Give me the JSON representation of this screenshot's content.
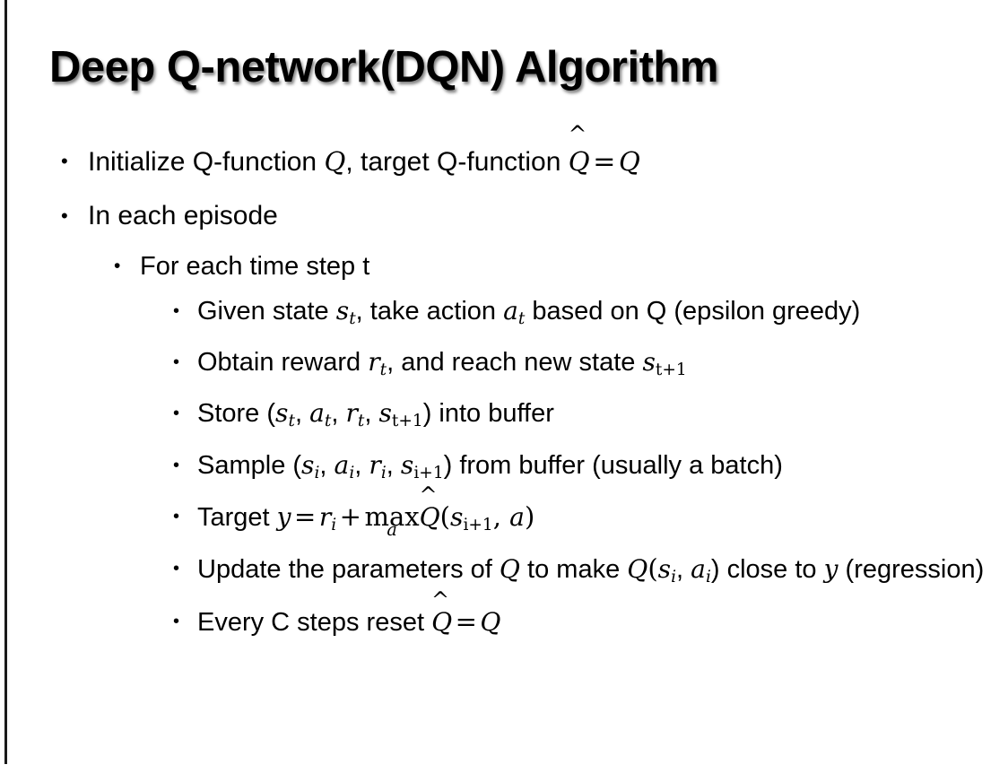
{
  "slide": {
    "title": "Deep Q-network(DQN) Algorithm",
    "background_color": "#ffffff",
    "text_color": "#000000",
    "edge_rule_color": "#1a1a1a"
  },
  "bullets": {
    "b1": {
      "marker": "•",
      "text_plain": "Initialize Q-function Q, target Q-function Q̂ = Q"
    },
    "b2": {
      "marker": "•",
      "text_plain": "In each episode"
    },
    "b3": {
      "marker": "•",
      "text_plain": "For each time step t"
    },
    "b4": {
      "marker": "•",
      "text_plain": "Given state s_t, take action a_t based on Q (epsilon greedy)"
    },
    "b5": {
      "marker": "•",
      "text_plain": "Obtain reward r_t, and reach new state s_{t+1}"
    },
    "b6": {
      "marker": "•",
      "text_plain": "Store (s_t, a_t, r_t, s_{t+1}) into buffer"
    },
    "b7": {
      "marker": "•",
      "text_plain": "Sample (s_i, a_i, r_i, s_{i+1}) from buffer (usually a batch)"
    },
    "b8": {
      "marker": "•",
      "text_plain": "Target y = r_i + max_a Q̂(s_{i+1}, a)"
    },
    "b9": {
      "marker": "•",
      "text_plain": "Update the parameters of Q to make Q(s_i, a_i) close to y (regression)"
    },
    "b10": {
      "marker": "•",
      "text_plain": "Every C steps reset Q̂ = Q"
    }
  },
  "fragments": {
    "initialize": "Initialize Q-function ",
    "comma_target": ", target Q-function ",
    "in_each_episode": "In each episode",
    "for_each_time_step": "For each time step t",
    "given_state": "Given state ",
    "comma_take_action": ", take action ",
    "based_on_q": " based on Q (epsilon greedy)",
    "obtain_reward": "Obtain reward ",
    "and_reach_new_state": ", and reach new state ",
    "store": "Store (",
    "into_buffer": ") into buffer",
    "sample": "Sample (",
    "from_buffer": ") from buffer (usually a batch)",
    "target": "Target ",
    "update_the_parameters": "Update the parameters of ",
    "to_make": " to make ",
    "close_to": ") close to ",
    "regression": " (regression)",
    "every_c_steps": "Every C steps reset ",
    "comma_sep": ", ",
    "open_paren": "(",
    "close_paren": ")"
  },
  "math": {
    "Q": "Q",
    "Q_hat_base": "Q",
    "hat_accent": "̂",
    "hat_glyph": "^",
    "equals": "=",
    "plus": "+",
    "s": "s",
    "a": "a",
    "r": "r",
    "y": "y",
    "sub_t": "t",
    "sub_i": "i",
    "sub_t_plus_1": "t+1",
    "sub_i_plus_1": "i+1",
    "max": "max",
    "max_under": "a"
  }
}
